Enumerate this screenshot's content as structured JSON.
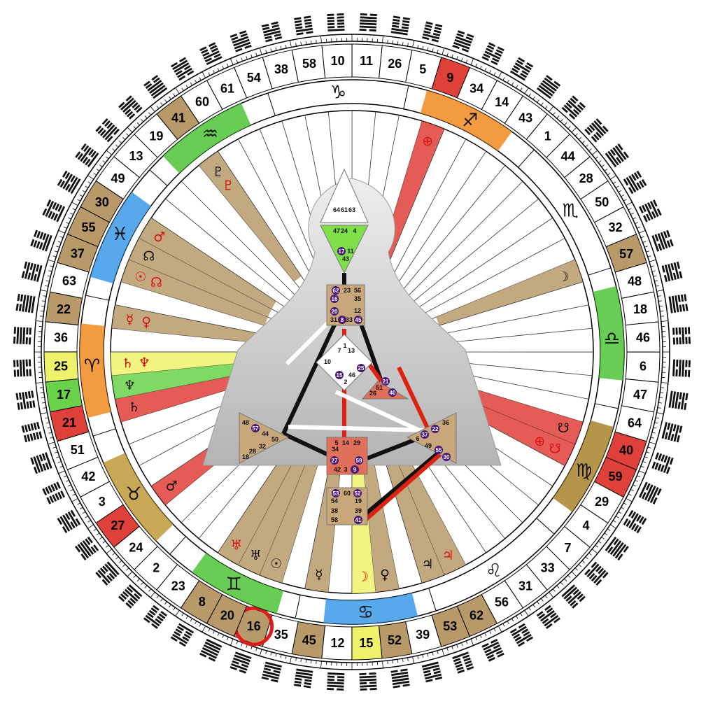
{
  "gates_clockwise_from_top": [
    "10",
    "11",
    "26",
    "5",
    "9",
    "34",
    "14",
    "43",
    "1",
    "44",
    "28",
    "50",
    "32",
    "57",
    "48",
    "18",
    "46",
    "6",
    "47",
    "64",
    "40",
    "59",
    "29",
    "4",
    "7",
    "33",
    "31",
    "56",
    "62",
    "53",
    "39",
    "52",
    "15",
    "12",
    "45",
    "35",
    "16",
    "20",
    "8",
    "23",
    "2",
    "24",
    "27",
    "3",
    "42",
    "51",
    "21",
    "17",
    "25",
    "36",
    "22",
    "63",
    "37",
    "55",
    "30",
    "49",
    "13",
    "19",
    "41",
    "60",
    "61",
    "54",
    "38",
    "58"
  ],
  "highlighted_gates": {
    "9": "red",
    "57": "brown",
    "40": "red",
    "59": "red",
    "62": "brown",
    "53": "brown",
    "52": "brown",
    "15": "yellow",
    "45": "brown",
    "16": "brown",
    "20": "brown",
    "8": "brown",
    "27": "red",
    "21": "red",
    "17": "green",
    "25": "yellow",
    "22": "brown",
    "37": "brown",
    "55": "brown",
    "30": "brown",
    "41": "brown"
  },
  "circled_gate": "16",
  "zodiac_signs": [
    {
      "name": "sagittarius",
      "glyph": "♐",
      "color": "orange"
    },
    {
      "name": "scorpio",
      "glyph": "♏",
      "color": "none"
    },
    {
      "name": "libra",
      "glyph": "♎",
      "color": "green"
    },
    {
      "name": "virgo",
      "glyph": "♍",
      "color": "brown"
    },
    {
      "name": "leo",
      "glyph": "♌",
      "color": "none"
    },
    {
      "name": "cancer",
      "glyph": "♋",
      "color": "blue"
    },
    {
      "name": "gemini",
      "glyph": "♊",
      "color": "green"
    },
    {
      "name": "taurus",
      "glyph": "♉",
      "color": "gold"
    },
    {
      "name": "aries",
      "glyph": "♈",
      "color": "orange"
    },
    {
      "name": "pisces",
      "glyph": "♓",
      "color": "blue"
    },
    {
      "name": "aquarius",
      "glyph": "♒",
      "color": "green"
    },
    {
      "name": "capricorn",
      "glyph": "♑",
      "color": "none"
    }
  ],
  "planet_markers": [
    {
      "gate": "9",
      "glyphs": [
        {
          "g": "⊕",
          "c": "red"
        }
      ]
    },
    {
      "gate": "57",
      "glyphs": [
        {
          "g": "☽",
          "c": "black"
        }
      ]
    },
    {
      "gate": "59",
      "glyphs": [
        {
          "g": "☋",
          "c": "red"
        },
        {
          "g": "⊕",
          "c": "red"
        }
      ]
    },
    {
      "gate": "40",
      "glyphs": [
        {
          "g": "☋",
          "c": "black"
        }
      ]
    },
    {
      "gate": "53",
      "glyphs": [
        {
          "g": "♃",
          "c": "black"
        }
      ]
    },
    {
      "gate": "62",
      "glyphs": [
        {
          "g": "♃",
          "c": "red"
        }
      ]
    },
    {
      "gate": "52",
      "glyphs": [
        {
          "g": "♀",
          "c": "black"
        }
      ]
    },
    {
      "gate": "15",
      "glyphs": [
        {
          "g": "☽",
          "c": "red"
        }
      ]
    },
    {
      "gate": "45",
      "glyphs": [
        {
          "g": "☿",
          "c": "black"
        }
      ]
    },
    {
      "gate": "16",
      "glyphs": [
        {
          "g": "☉",
          "c": "black"
        }
      ]
    },
    {
      "gate": "20",
      "glyphs": [
        {
          "g": "♅",
          "c": "black"
        }
      ]
    },
    {
      "gate": "8",
      "glyphs": [
        {
          "g": "♅",
          "c": "red"
        }
      ]
    },
    {
      "gate": "27",
      "glyphs": [
        {
          "g": "♂",
          "c": "black"
        }
      ]
    },
    {
      "gate": "21",
      "glyphs": [
        {
          "g": "♄",
          "c": "black"
        }
      ]
    },
    {
      "gate": "17",
      "glyphs": [
        {
          "g": "♆",
          "c": "black"
        }
      ]
    },
    {
      "gate": "25",
      "glyphs": [
        {
          "g": "♄",
          "c": "red"
        },
        {
          "g": "♆",
          "c": "red"
        }
      ]
    },
    {
      "gate": "22",
      "glyphs": [
        {
          "g": "☿",
          "c": "red"
        },
        {
          "g": "♀",
          "c": "red"
        }
      ]
    },
    {
      "gate": "37",
      "glyphs": [
        {
          "g": "☉",
          "c": "red"
        },
        {
          "g": "☊",
          "c": "red"
        }
      ]
    },
    {
      "gate": "55",
      "glyphs": [
        {
          "g": "☊",
          "c": "black"
        }
      ]
    },
    {
      "gate": "30",
      "glyphs": [
        {
          "g": "♂",
          "c": "red"
        }
      ]
    },
    {
      "gate": "41",
      "glyphs": [
        {
          "g": "♇",
          "c": "black"
        },
        {
          "g": "♇",
          "c": "red"
        }
      ]
    }
  ],
  "centers": {
    "head": {
      "gates": [
        "64",
        "61",
        "63"
      ]
    },
    "ajna": {
      "gates": [
        "47",
        "24",
        "4",
        "17",
        "11",
        "43"
      ],
      "active": [
        "17"
      ]
    },
    "throat": {
      "gates": [
        "62",
        "23",
        "56",
        "16",
        "35",
        "20",
        "12",
        "31",
        "8",
        "33",
        "45"
      ],
      "active": [
        "62",
        "16",
        "20",
        "8",
        "45"
      ]
    },
    "g_center": {
      "gates": [
        "1",
        "7",
        "13",
        "10",
        "25",
        "15",
        "46",
        "2"
      ],
      "active": [
        "25",
        "15"
      ]
    },
    "ego": {
      "gates": [
        "21",
        "51",
        "26",
        "40"
      ],
      "active": [
        "21",
        "40"
      ]
    },
    "spleen": {
      "gates": [
        "48",
        "57",
        "44",
        "50",
        "32",
        "28",
        "18"
      ],
      "active": [
        "57"
      ]
    },
    "sacral": {
      "gates": [
        "5",
        "14",
        "29",
        "34",
        "27",
        "59",
        "42",
        "3",
        "9"
      ],
      "active": [
        "27",
        "59",
        "9"
      ]
    },
    "solar_plexus": {
      "gates": [
        "36",
        "22",
        "6",
        "37",
        "49",
        "55",
        "30"
      ],
      "active": [
        "22",
        "37",
        "55",
        "30"
      ]
    },
    "root": {
      "gates": [
        "53",
        "60",
        "52",
        "54",
        "19",
        "38",
        "39",
        "58",
        "41"
      ],
      "active": [
        "53",
        "52",
        "41"
      ]
    }
  },
  "colors": {
    "gate_brown": "#b89a6a",
    "gate_red": "#e0403a",
    "gate_yellow": "#eef26a",
    "gate_green": "#6ad24a",
    "sign_orange": "#f08a20",
    "sign_green": "#4cc436",
    "sign_blue": "#3a9ae8",
    "sign_brown": "#a8822a",
    "sign_gold": "#c09a3a",
    "circle_red": "#e01a1a"
  }
}
